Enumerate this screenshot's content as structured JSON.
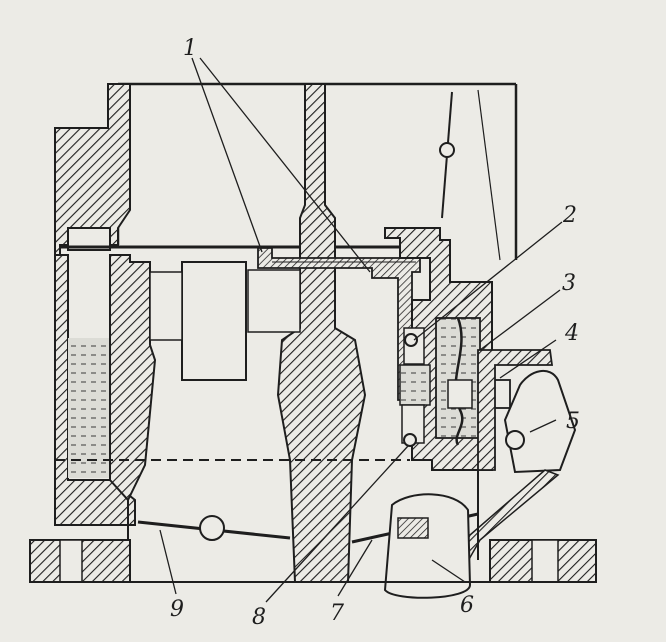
{
  "diagram": {
    "callouts": [
      {
        "id": "c1",
        "text": "1"
      },
      {
        "id": "c2",
        "text": "2"
      },
      {
        "id": "c3",
        "text": "3"
      },
      {
        "id": "c4",
        "text": "4"
      },
      {
        "id": "c5",
        "text": "5"
      },
      {
        "id": "c6",
        "text": "6"
      },
      {
        "id": "c7",
        "text": "7"
      },
      {
        "id": "c8",
        "text": "8"
      },
      {
        "id": "c9",
        "text": "9"
      }
    ]
  },
  "colors": {
    "background": "#ecebe6",
    "ink": "#1e1e1e",
    "fuel": "#dcdcd6"
  }
}
